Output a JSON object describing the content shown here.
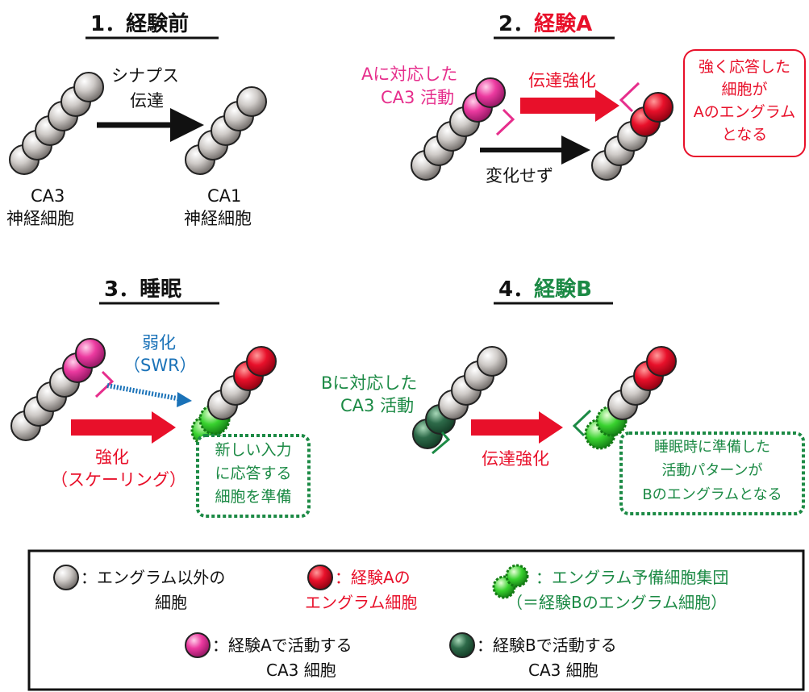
{
  "colors": {
    "black": "#111111",
    "red": "#e8102a",
    "magenta": "#e62e8c",
    "green": "#1c8a45",
    "blue": "#1a72b8",
    "gray_cell": "#c9c5c2",
    "red_cell": "#e8102a",
    "pink_cell": "#ec3aa0",
    "dark_green_cell": "#2d6a49",
    "bright_green_cell": "#39d22f"
  },
  "panel1": {
    "title": "1．経験前",
    "arrow_label_line1": "シナプス",
    "arrow_label_line2": "伝達",
    "left_label_line1": "CA3",
    "left_label_line2": "神経細胞",
    "right_label_line1": "CA1",
    "right_label_line2": "神経細胞"
  },
  "panel2": {
    "title_number": "2．",
    "title_text": "経験A",
    "left_label_line1": "Aに対応した",
    "left_label_line2": "CA3 活動",
    "arrow_top_label": "伝達強化",
    "arrow_bottom_label": "変化せず",
    "callout_line1": "強く応答した",
    "callout_line2": "細胞が",
    "callout_line3": "Aのエングラム",
    "callout_line4": "となる"
  },
  "panel3": {
    "title": "3．睡眠",
    "weak_label_line1": "弱化",
    "weak_label_line2": "（SWR）",
    "strong_label_line1": "強化",
    "strong_label_line2": "（スケーリング）",
    "box_line1": "新しい入力",
    "box_line2": "に応答する",
    "box_line3": "細胞を準備"
  },
  "panel4": {
    "title_number": "4．",
    "title_text": "経験B",
    "left_label_line1": "Bに対応した",
    "left_label_line2": "CA3 活動",
    "arrow_label": "伝達強化",
    "box_line1": "睡眠時に準備した",
    "box_line2": "活動パターンが",
    "box_line3": "Bのエングラムとなる"
  },
  "legend": {
    "gray_line1": "：エングラム以外の",
    "gray_line2": "細胞",
    "red_line1": "：経験Aの",
    "red_line2": "エングラム細胞",
    "green_line1": "：エングラム予備細胞集団",
    "green_line2": "（＝経験Bのエングラム細胞）",
    "pink_line1": "：経験Aで活動する",
    "pink_line2": "CA3 細胞",
    "dark_line1": "：経験Bで活動する",
    "dark_line2": "CA3 細胞"
  }
}
